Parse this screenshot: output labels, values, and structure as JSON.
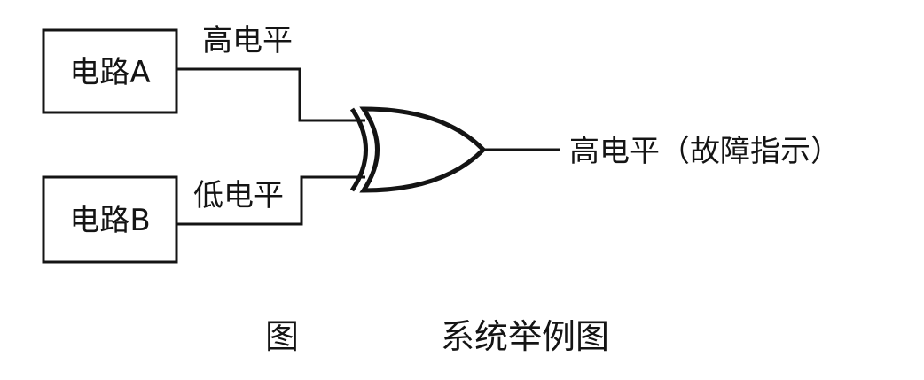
{
  "circuit": {
    "box_a_label": "电路A",
    "box_b_label": "电路B",
    "input_a_level": "高电平",
    "input_b_level": "低电平",
    "output_label": "高电平（故障指示）",
    "gate_type": "XOR"
  },
  "caption": {
    "figure_prefix": "图",
    "title": "系统举例图"
  }
}
